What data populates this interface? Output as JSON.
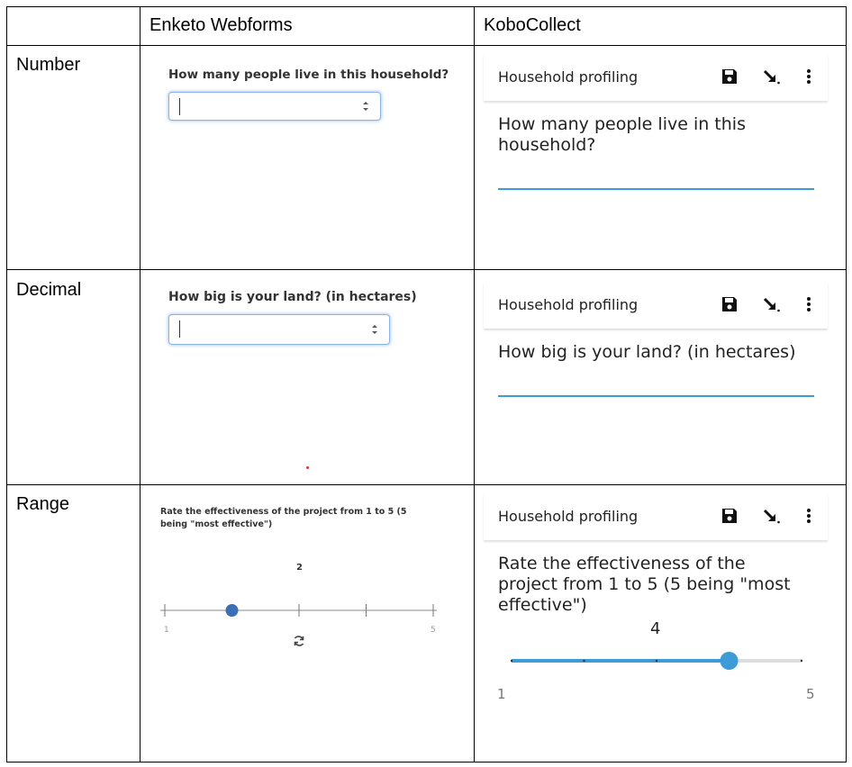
{
  "table": {
    "headers": [
      "",
      "Enketo Webforms",
      "KoboCollect"
    ],
    "rows": [
      {
        "label": "Number"
      },
      {
        "label": "Decimal"
      },
      {
        "label": "Range"
      }
    ]
  },
  "enketo": {
    "number_question": "How many people live in this household?",
    "decimal_question": "How big is your land? (in hectares)",
    "range_question": "Rate the effectiveness of the project from 1 to 5 (5 being \"most effective\")",
    "range_value": "2",
    "range_min": "1",
    "range_max": "5",
    "range_fraction": 0.25
  },
  "kobo": {
    "header_title": "Household profiling",
    "number_question": "How many people live in this household?",
    "decimal_question": "How big is your land? (in hectares)",
    "range_question": "Rate the effectiveness of the project from 1 to 5 (5 being \"most effective\")",
    "range_value": "4",
    "range_min": "1",
    "range_max": "5",
    "range_fraction": 0.75,
    "accent_color": "#3d9bd8"
  },
  "icons": [
    "save-icon",
    "arrow-icon",
    "more-vert-icon",
    "spinner-icon",
    "refresh-icon"
  ]
}
